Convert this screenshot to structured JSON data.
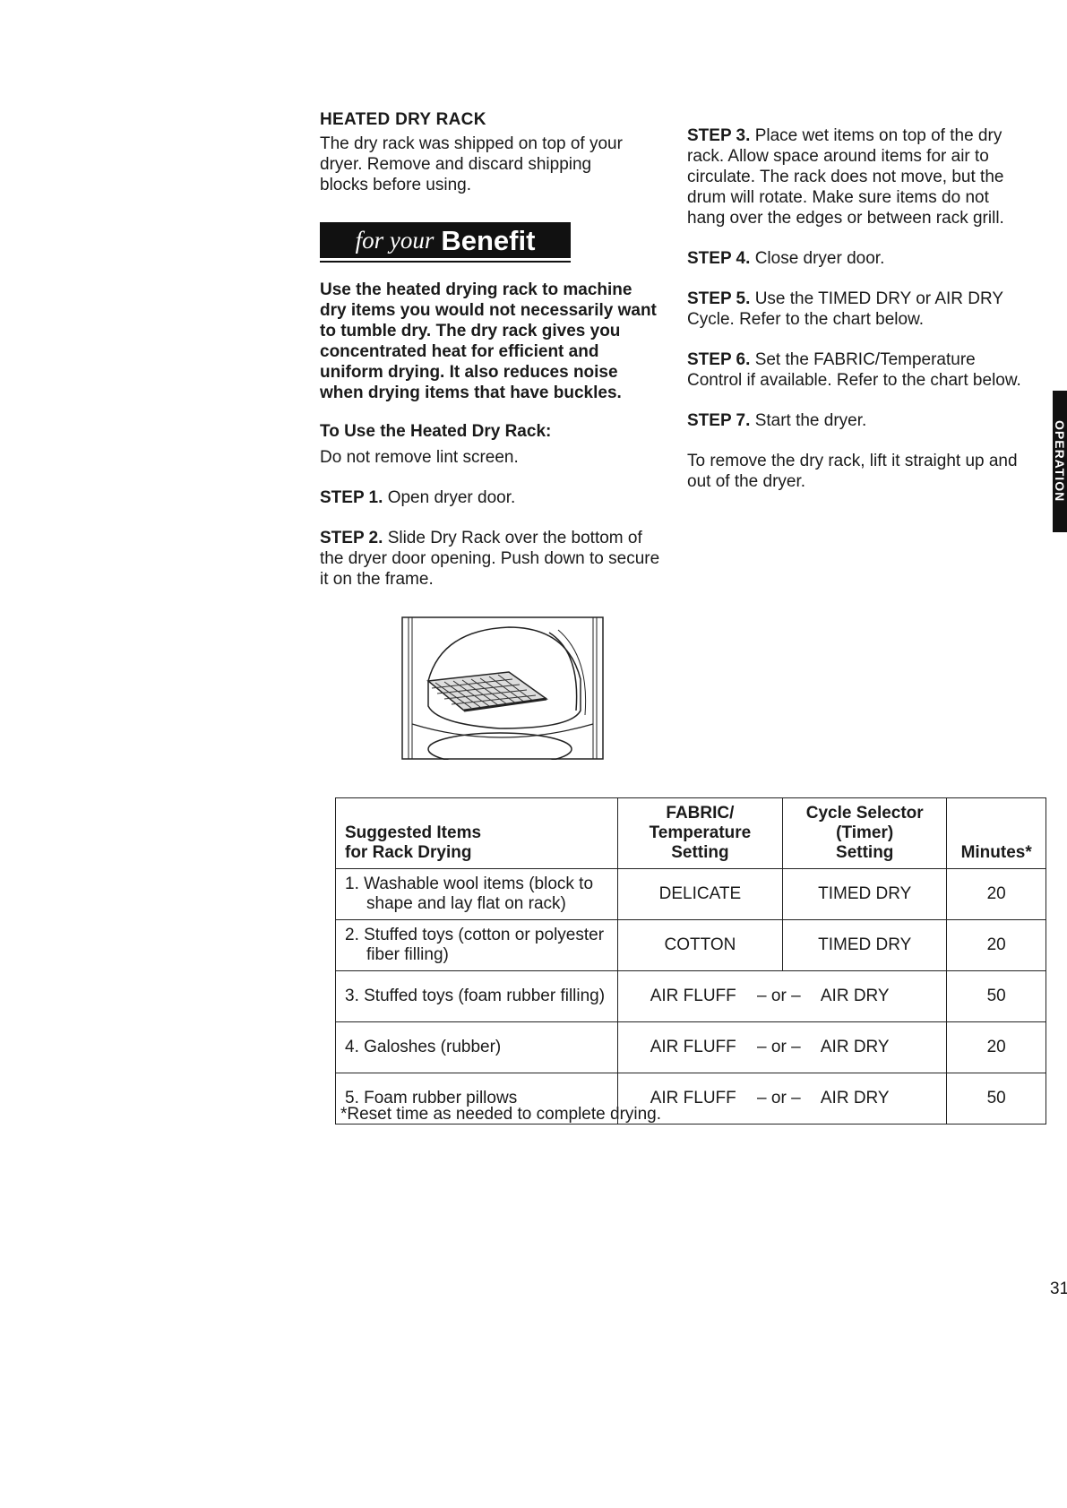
{
  "left": {
    "heading": "HEATED DRY RACK",
    "intro": "The dry rack was shipped on top of your dryer. Remove and discard shipping blocks before using.",
    "benefit_prefix": "for your",
    "benefit_word": "Benefit",
    "benefit_text": "Use the heated drying rack to machine dry items you would not necessarily want to tumble dry. The dry rack gives you concentrated heat for efficient and uniform drying. It also reduces noise when drying items that have buckles.",
    "use_heading": "To Use the Heated Dry Rack:",
    "lint_text": "Do not remove lint screen.",
    "steps": [
      {
        "label": "STEP 1.",
        "text": "Open dryer door."
      },
      {
        "label": "STEP 2.",
        "text": "Slide Dry Rack over the bottom of the dryer door opening. Push down to secure it on the frame."
      }
    ]
  },
  "right": {
    "steps": [
      {
        "label": "STEP 3.",
        "text": "Place wet items on top of the dry rack. Allow space around items for air to circulate. The rack does not move, but the drum will rotate. Make sure items do not hang over the edges or between rack grill."
      },
      {
        "label": "STEP 4.",
        "text": "Close dryer door."
      },
      {
        "label": "STEP 5.",
        "text": "Use the TIMED DRY or AIR DRY Cycle. Refer to the chart below."
      },
      {
        "label": "STEP 6.",
        "text": "Set the FABRIC/Temperature Control if available. Refer to the chart below."
      },
      {
        "label": "STEP 7.",
        "text": "Start the dryer."
      }
    ],
    "remove_text": "To remove the dry rack, lift it straight up and out of the dryer."
  },
  "side_tab": "OPERATION",
  "table": {
    "headers": {
      "items_line1": "Suggested Items",
      "items_line2": "for Rack Drying",
      "fabric_line1": "FABRIC/",
      "fabric_line2": "Temperature",
      "fabric_line3": "Setting",
      "cycle_line1": "Cycle Selector",
      "cycle_line2": "(Timer)",
      "cycle_line3": "Setting",
      "minutes": "Minutes*"
    },
    "rows": [
      {
        "item_line1": "1. Washable wool items (block to",
        "item_line2": "shape and lay flat on rack)",
        "fabric": "DELICATE",
        "cycle": "TIMED DRY",
        "minutes": "20"
      },
      {
        "item_line1": "2. Stuffed toys (cotton or polyester",
        "item_line2": "fiber filling)",
        "fabric": "COTTON",
        "cycle": "TIMED DRY",
        "minutes": "20"
      },
      {
        "item_line1": "3. Stuffed toys (foam rubber filling)",
        "setting_a": "AIR FLUFF",
        "or": "– or –",
        "setting_b": "AIR DRY",
        "minutes": "50"
      },
      {
        "item_line1": "4. Galoshes (rubber)",
        "setting_a": "AIR FLUFF",
        "or": "– or –",
        "setting_b": "AIR DRY",
        "minutes": "20"
      },
      {
        "item_line1": "5. Foam rubber pillows",
        "setting_a": "AIR FLUFF",
        "or": "– or –",
        "setting_b": "AIR DRY",
        "minutes": "50"
      }
    ]
  },
  "footnote": "*Reset time as needed to complete drying.",
  "page_number": "31"
}
